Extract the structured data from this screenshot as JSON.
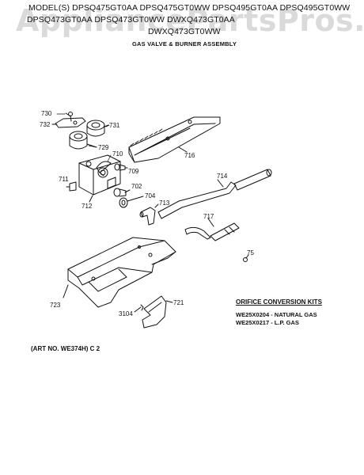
{
  "header": {
    "models_line1": "MODEL(S) DPSQ475GT0AA  DPSQ475GT0WW  DPSQ495GT0AA  DPSQ495GT0WW",
    "models_line2": "DPSQ473GT0AA  DPSQ473GT0WW  DWXQ473GT0AA",
    "models_line3": "DWXQ473GT0WW",
    "title": "GAS VALVE & BURNER ASSEMBLY"
  },
  "watermark": "AppliancePartsPros.com",
  "parts": {
    "p730": "730",
    "p732": "732",
    "p731": "731",
    "p729": "729",
    "p710": "710",
    "p716": "716",
    "p709": "709",
    "p711": "711",
    "p702": "702",
    "p714": "714",
    "p712": "712",
    "p704": "704",
    "p713": "713",
    "p717": "717",
    "p75": "75",
    "p723": "723",
    "p721": "721",
    "p3104": "3104"
  },
  "conversion_kits": {
    "title": "ORIFICE CONVERSION KITS",
    "kit_natural": "WE25X0204 - NATURAL GAS",
    "kit_lp": "WE25X0217 - L.P. GAS"
  },
  "art_number": "(ART NO. WE374H) C 2"
}
